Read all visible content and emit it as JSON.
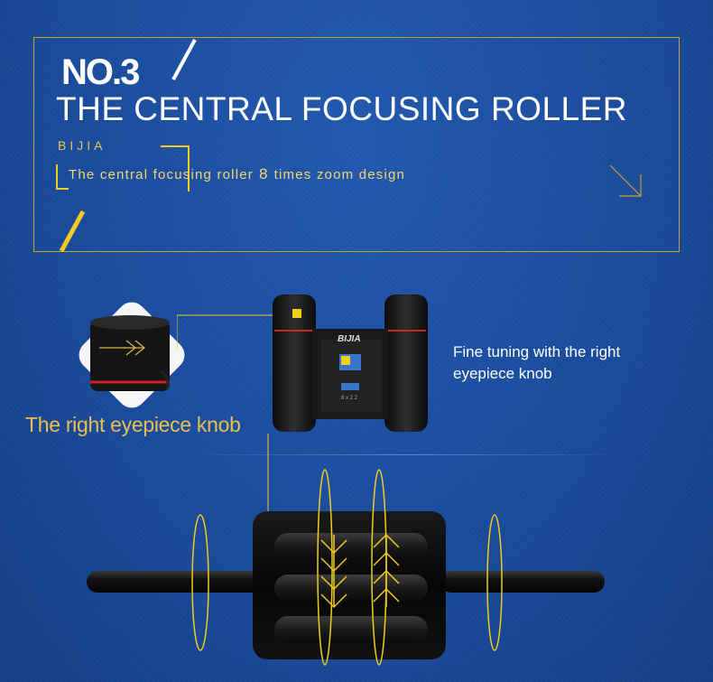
{
  "header": {
    "number_label": "NO.3",
    "title": "THE CENTRAL FOCUSING ROLLER",
    "brand": "BIJIA",
    "subtitle_part1": "The central focusing roller",
    "subtitle_num": "8",
    "subtitle_part2": "times zoom design"
  },
  "product": {
    "knob_label": "The right eyepiece knob",
    "description": "Fine tuning with the right eyepiece knob",
    "binocular_brand": "BIJIA",
    "spec_text": "8 x 2 2"
  },
  "colors": {
    "background": "#1b4fa3",
    "accent_yellow": "#f1cc1e",
    "frame_gold": "#c9a21f",
    "text_gold": "#e8c04f"
  }
}
